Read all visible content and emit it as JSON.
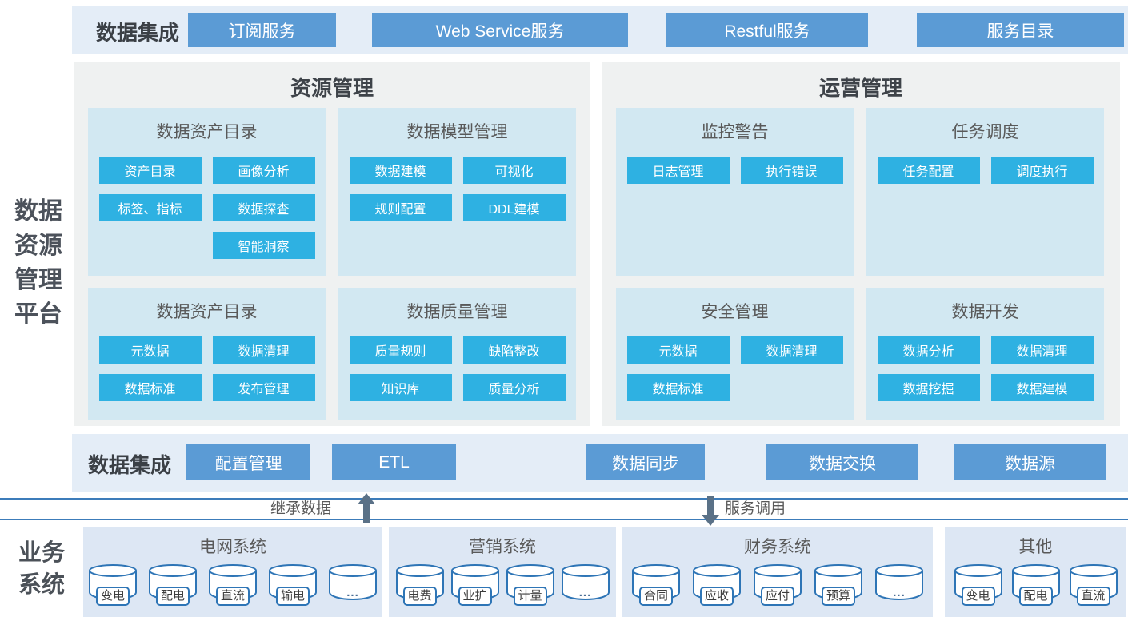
{
  "colors": {
    "steel_button": "#5b9bd5",
    "cyan_button": "#2eb1e2",
    "band_bg": "#e4edf7",
    "panel_bg": "#eff1f1",
    "section_bg": "#d2e8f2",
    "group_bg": "#dde7f4",
    "db_stroke": "#2e75b6",
    "divider_line": "#3c7cba",
    "arrow": "#5a7187"
  },
  "top_band": {
    "label": "数据集成",
    "buttons": [
      "订阅服务",
      "Web Service服务",
      "Restful服务",
      "服务目录"
    ]
  },
  "platform_label": {
    "lines": [
      "数据",
      "资源",
      "管理",
      "平台"
    ]
  },
  "panels": [
    {
      "title": "资源管理",
      "sections": [
        {
          "title": "数据资产目录",
          "buttons": [
            "资产目录",
            "画像分析",
            "标签、指标",
            "数据探查",
            "智能洞察"
          ]
        },
        {
          "title": "数据模型管理",
          "buttons": [
            "数据建模",
            "可视化",
            "规则配置",
            "DDL建模"
          ]
        },
        {
          "title": "数据资产目录",
          "buttons": [
            "元数据",
            "数据清理",
            "数据标准",
            "发布管理"
          ]
        },
        {
          "title": "数据质量管理",
          "buttons": [
            "质量规则",
            "缺陷整改",
            "知识库",
            "质量分析"
          ]
        }
      ]
    },
    {
      "title": "运营管理",
      "sections": [
        {
          "title": "监控警告",
          "buttons": [
            "日志管理",
            "执行错误"
          ]
        },
        {
          "title": "任务调度",
          "buttons": [
            "任务配置",
            "调度执行"
          ]
        },
        {
          "title": "安全管理",
          "buttons": [
            "元数据",
            "数据清理",
            "数据标准"
          ]
        },
        {
          "title": "数据开发",
          "buttons": [
            "数据分析",
            "数据清理",
            "数据挖掘",
            "数据建模"
          ]
        }
      ]
    }
  ],
  "bottom_band": {
    "label": "数据集成",
    "buttons": [
      "配置管理",
      "ETL",
      "数据同步",
      "数据交换",
      "数据源"
    ]
  },
  "divider": {
    "up_label": "继承数据",
    "down_label": "服务调用"
  },
  "business": {
    "label_lines": [
      "业务",
      "系统"
    ],
    "groups": [
      {
        "title": "电网系统",
        "items": [
          "变电",
          "配电",
          "直流",
          "输电",
          "..."
        ]
      },
      {
        "title": "营销系统",
        "items": [
          "电费",
          "业扩",
          "计量",
          "..."
        ]
      },
      {
        "title": "财务系统",
        "items": [
          "合同",
          "应收",
          "应付",
          "预算",
          "..."
        ]
      },
      {
        "title": "其他",
        "items": [
          "变电",
          "配电",
          "直流"
        ]
      }
    ]
  }
}
